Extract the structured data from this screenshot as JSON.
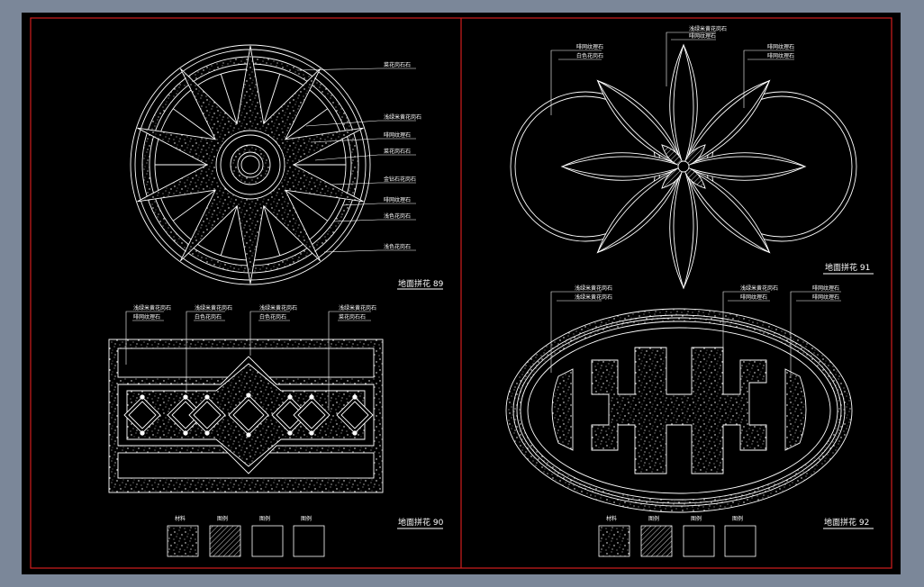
{
  "colors": {
    "background": "#7b8799",
    "sheet": "#000000",
    "frame": "#d21e1e",
    "linework": "#ffffff"
  },
  "drawing_89": {
    "title": "地面拼花 89",
    "labels": [
      "菜花岗石石",
      "浅绿米黄花岗石",
      "啡网纹理石",
      "菜花岗石石",
      "金钻石花岗石",
      "啡网纹理石",
      "浅色花岗石",
      "浅色花岗石"
    ]
  },
  "drawing_90": {
    "title": "地面拼花 90",
    "labels_top": [
      "浅绿米黄花岗石",
      "浅绿米黄花岗石",
      "浅绿米黄花岗石",
      "浅绿米黄花岗石"
    ],
    "labels_bottom": [
      "啡网纹理石",
      "白色花岗石",
      "白色花岗石",
      "菜花岗石石"
    ],
    "legend": [
      "材料",
      "图例",
      "图例",
      "图例"
    ]
  },
  "drawing_91": {
    "title": "地面拼花 91",
    "labels_left": [
      "啡网纹理石",
      "白色花岗石"
    ],
    "labels_center": [
      "浅绿米黄花岗石",
      "啡网纹理石"
    ],
    "labels_right": [
      "啡网纹理石",
      "啡网纹理石"
    ]
  },
  "drawing_92": {
    "title": "地面拼花 92",
    "labels_left": [
      "浅绿米黄花岗石",
      "浅绿米黄花岗石"
    ],
    "labels_center": [
      "浅绿米黄花岗石",
      "啡网纹理石"
    ],
    "labels_right": [
      "啡网纹理石",
      "啡网纹理石"
    ],
    "legend": [
      "材料",
      "图例",
      "图例",
      "图例"
    ]
  }
}
